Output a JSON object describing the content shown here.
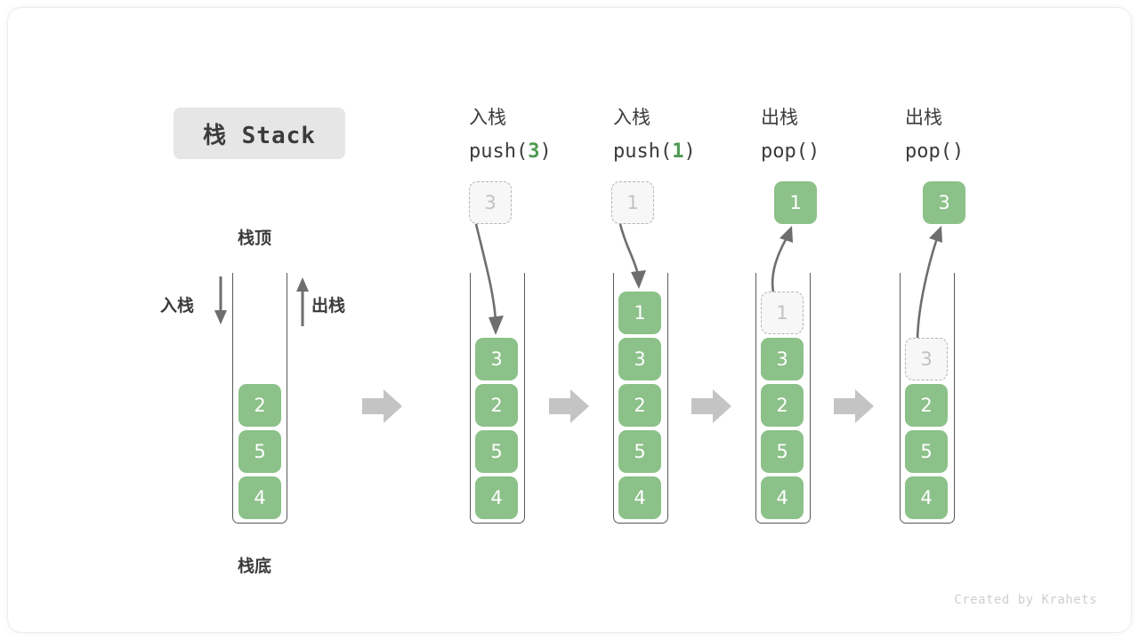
{
  "diagram": {
    "title": "栈 Stack",
    "footer": "Created by Krahets",
    "accent_green": "#8cc189",
    "ghost_gray": "#f7f7f7",
    "text_color": "#3b3b3b",
    "chip_bg": "#e6e6e6"
  },
  "legend": {
    "top_label": "栈顶",
    "bottom_label": "栈底",
    "push_label": "入栈",
    "pop_label": "出栈"
  },
  "columns": [
    {
      "id": "initial",
      "head_cn": "",
      "head_code": "",
      "head_num": "",
      "cells": [
        "2",
        "5",
        "4"
      ],
      "ghost_index": -1,
      "external": null,
      "external_kind": null
    },
    {
      "id": "push-3",
      "head_cn": "入栈",
      "head_code_prefix": "push(",
      "head_num": "3",
      "head_code_suffix": ")",
      "cells": [
        "3",
        "2",
        "5",
        "4"
      ],
      "ghost_index": -1,
      "external": "3",
      "external_kind": "ghost"
    },
    {
      "id": "push-1",
      "head_cn": "入栈",
      "head_code_prefix": "push(",
      "head_num": "1",
      "head_code_suffix": ")",
      "cells": [
        "1",
        "3",
        "2",
        "5",
        "4"
      ],
      "ghost_index": -1,
      "external": "1",
      "external_kind": "ghost"
    },
    {
      "id": "pop-1",
      "head_cn": "出栈",
      "head_code_prefix": "pop(",
      "head_num": "",
      "head_code_suffix": ")",
      "cells": [
        "1",
        "3",
        "2",
        "5",
        "4"
      ],
      "ghost_index": 0,
      "external": "1",
      "external_kind": "solid"
    },
    {
      "id": "pop-3",
      "head_cn": "出栈",
      "head_code_prefix": "pop(",
      "head_num": "",
      "head_code_suffix": ")",
      "cells": [
        "3",
        "2",
        "5",
        "4"
      ],
      "ghost_index": 0,
      "external": "3",
      "external_kind": "solid"
    }
  ],
  "flow_arrows": [
    "flow-arrow-1",
    "flow-arrow-2",
    "flow-arrow-3",
    "flow-arrow-4"
  ]
}
